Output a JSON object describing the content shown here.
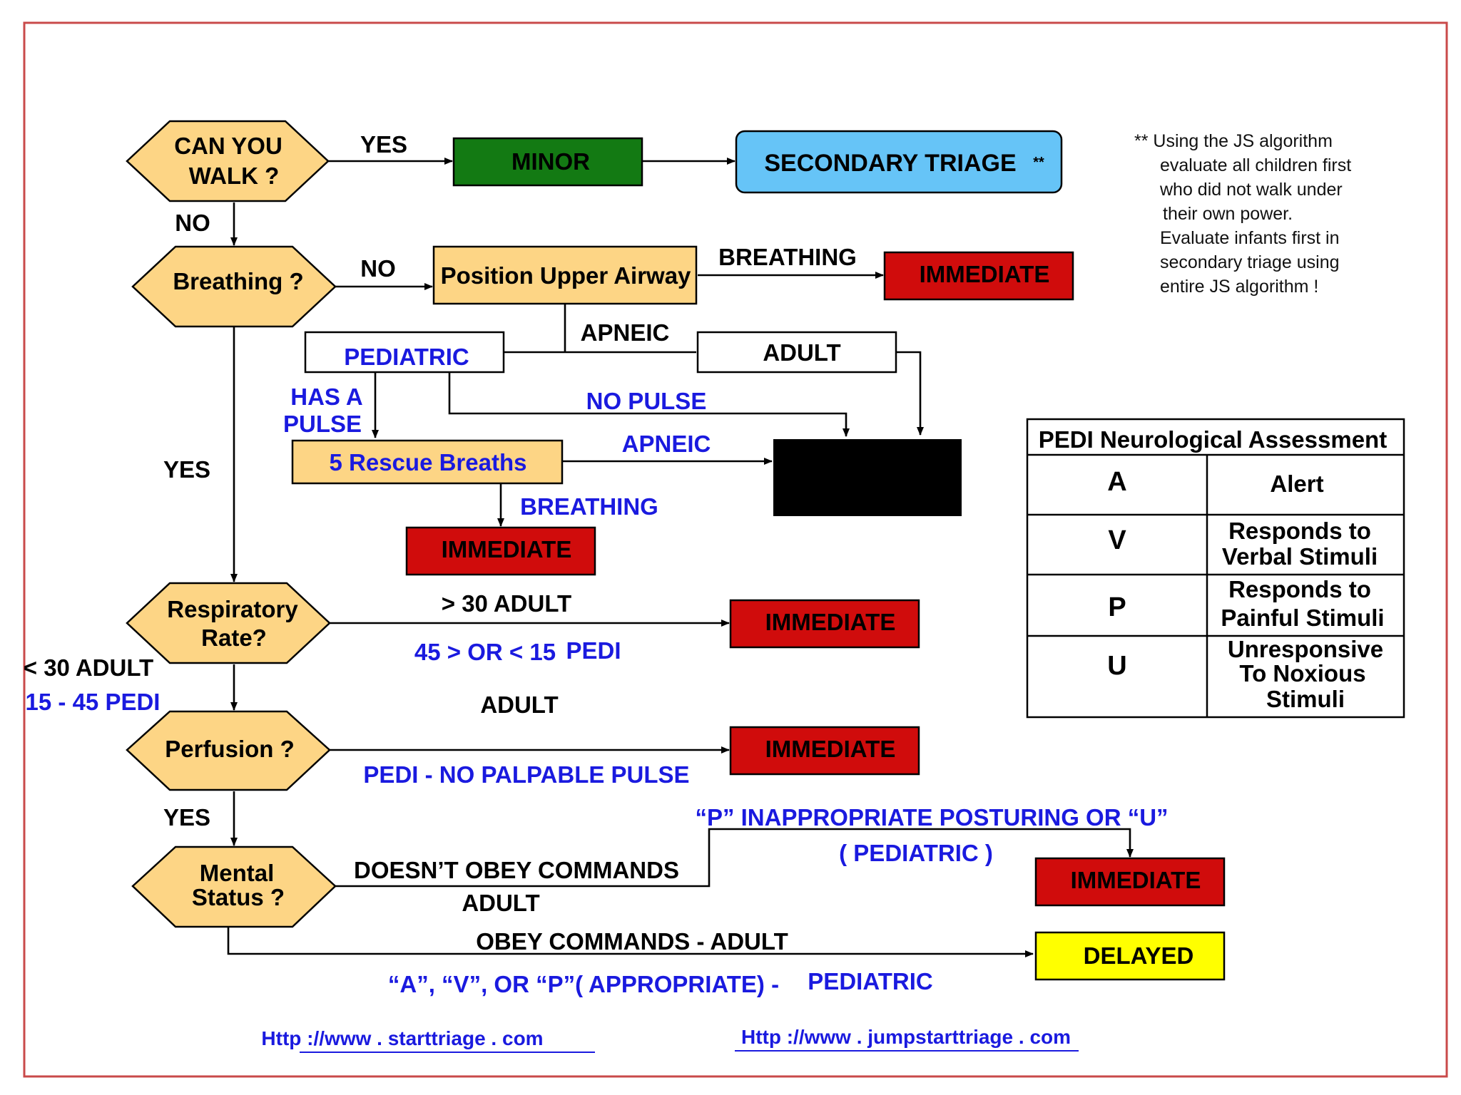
{
  "colors": {
    "diamond": "#fdd585",
    "box_yellow": "#fdd585",
    "minor": "#137a13",
    "secondary": "#66c4f7",
    "immediate": "#d00c0c",
    "delayed": "#ffff00",
    "deceased": "#000000",
    "frame": "#c94a4a",
    "blue_text": "#1a1adf"
  },
  "decisions": {
    "walk": [
      "CAN YOU",
      "WALK ?"
    ],
    "breathing": "Breathing  ?",
    "resp": [
      "Respiratory",
      "Rate?"
    ],
    "perfusion": "Perfusion ?",
    "mental": [
      "Mental",
      "Status  ?"
    ]
  },
  "boxes": {
    "minor": "MINOR",
    "secondary": "SECONDARY TRIAGE",
    "secondary_mark": "**",
    "airway": "Position Upper Airway",
    "immediate": "IMMEDIATE",
    "pediatric": "PEDIATRIC",
    "adult": "ADULT",
    "rescue": "5 Rescue Breaths",
    "delayed": "DELAYED"
  },
  "labels": {
    "yes": "YES",
    "no": "NO",
    "breathing": "BREATHING",
    "apneic": "APNEIC",
    "has_a": "HAS A",
    "pulse": "PULSE",
    "no_pulse": "NO PULSE",
    "resp_adult": ">  30  ADULT",
    "resp_pedi_range": "45 > OR < 15",
    "resp_pedi": "PEDI",
    "resp_ok_adult": "< 30 ADULT",
    "resp_ok_pedi": "15 - 45 PEDI",
    "perf_adult": "ADULT",
    "perf_pedi": "PEDI - NO PALPABLE PULSE",
    "ped_posturing": "“P” INAPPROPRIATE POSTURING OR “U”",
    "ped_paren": "(  PEDIATRIC )",
    "obey_not": "DOESN’T OBEY COMMANDS",
    "obey_not_adult": "ADULT",
    "obey": "OBEY COMMANDS   -   ADULT",
    "avp": "“A”, “V”, OR “P”( APPROPRIATE)  -",
    "avp_ped": "PEDIATRIC"
  },
  "note": {
    "lines": [
      "**  Using the JS algorithm",
      "evaluate all children first",
      "who did not walk under",
      "their own power.",
      "Evaluate infants first in",
      "secondary triage using",
      "entire JS algorithm !"
    ]
  },
  "avpu": {
    "title": "PEDI Neurological Assessment",
    "rows": [
      {
        "letter": "A",
        "desc": [
          "Alert"
        ]
      },
      {
        "letter": "V",
        "desc": [
          "Responds to",
          "Verbal Stimuli"
        ]
      },
      {
        "letter": "P",
        "desc": [
          "Responds to",
          "Painful Stimuli"
        ]
      },
      {
        "letter": "U",
        "desc": [
          "Unresponsive",
          "To Noxious",
          "Stimuli"
        ]
      }
    ]
  },
  "links": {
    "start": "Http ://www . starttriage . com",
    "jumpstart": "Http ://www  . jumpstarttriage  . com"
  }
}
